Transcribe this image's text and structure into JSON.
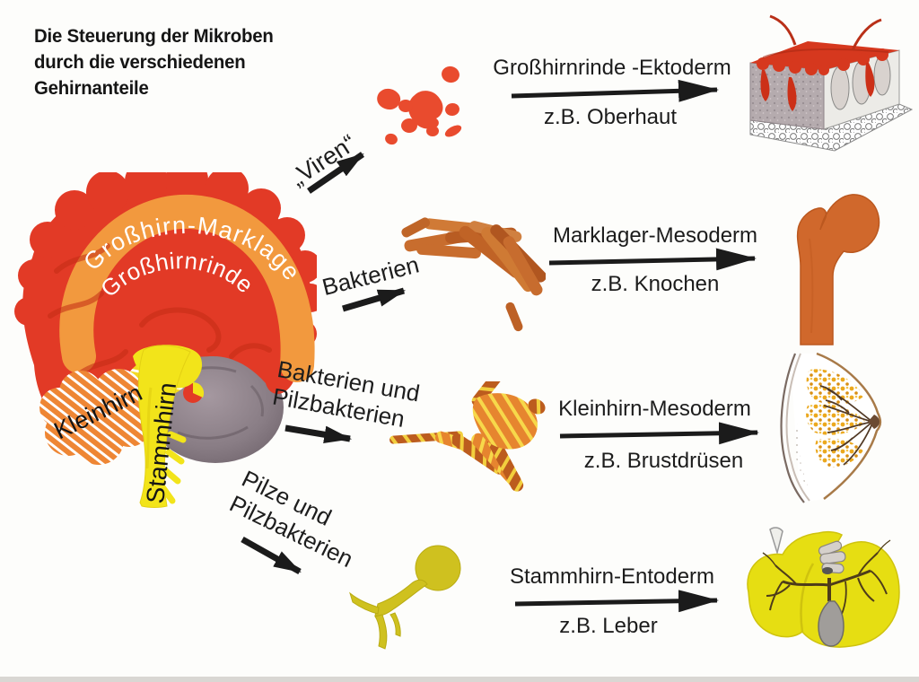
{
  "title": {
    "lines": [
      "Die Steuerung der Mikroben",
      "durch die verschiedenen",
      "Gehirnanteile"
    ]
  },
  "brain": {
    "cortex_band_label": "Großhirn-Marklager",
    "cortex_label": "Großhirnrinde",
    "cerebellum_label": "Kleinhirn",
    "brainstem_label": "Stammhirn"
  },
  "rows": [
    {
      "microbe_label_line1": "„Viren“",
      "microbe_label_line2": "",
      "microbe_icon": "virus-spots-icon",
      "target_title": "Großhirnrinde -Ektoderm",
      "target_example": "z.B. Oberhaut",
      "organ_icon": "epidermis-skin-block-icon"
    },
    {
      "microbe_label_line1": "Bakterien",
      "microbe_label_line2": "",
      "microbe_icon": "bacteria-rods-icon",
      "target_title": "Marklager-Mesoderm",
      "target_example": "z.B. Knochen",
      "organ_icon": "femur-bone-icon"
    },
    {
      "microbe_label_line1": "Bakterien und",
      "microbe_label_line2": "Pilzbakterien",
      "microbe_icon": "striped-bacteria-icon",
      "target_title": "Kleinhirn-Mesoderm",
      "target_example": "z.B. Brustdrüsen",
      "organ_icon": "breast-gland-icon"
    },
    {
      "microbe_label_line1": "Pilze und",
      "microbe_label_line2": "Pilzbakterien",
      "microbe_icon": "fungus-icon",
      "target_title": "Stammhirn-Entoderm",
      "target_example": "z.B. Leber",
      "organ_icon": "liver-icon"
    }
  ],
  "colors": {
    "cerebrum_red": "#e23a26",
    "cortex_band_orange": "#f2993e",
    "cerebellum_orange": "#ee8634",
    "brainstem_yellow": "#f2e41a",
    "virus_red": "#e94b2e",
    "bacteria_brown": "#c86d2e",
    "fungus_olive": "#cfc11f",
    "arrow_black": "#1b1b1b"
  }
}
